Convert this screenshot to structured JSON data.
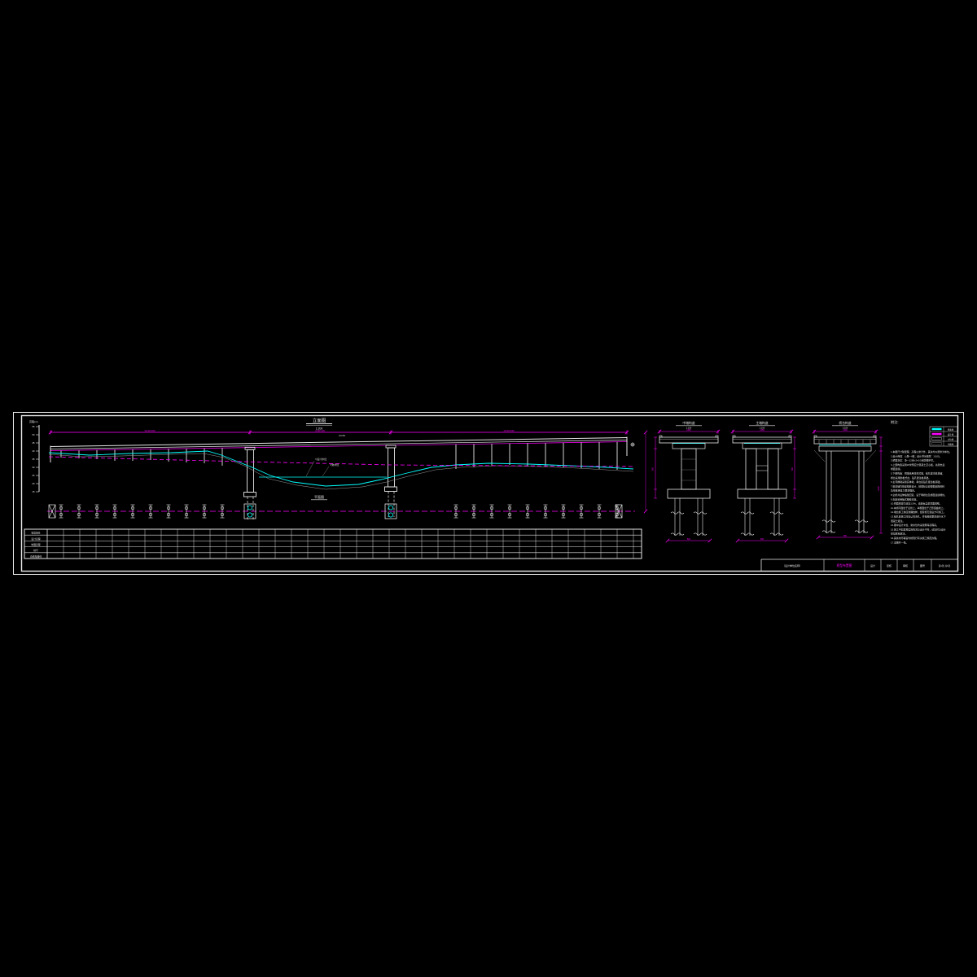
{
  "sheet": {
    "elevation": {
      "title": "立面图",
      "scale": "1:200",
      "axis_label": "高程(m)",
      "axis_ticks": [
        "55",
        "50",
        "45",
        "40",
        "35",
        "30",
        "25",
        "20",
        "15"
      ],
      "dim_left": "12×20=240",
      "dim_mid": "3×40=120",
      "dim_right": "12×20=240",
      "grade_label": "i=0.3%",
      "water_design": "▽设计水位",
      "water_normal": "▽常水位"
    },
    "plan": {
      "title": "平面图"
    },
    "table": {
      "row_labels": [
        "坡度坡长",
        "设计高程",
        "地面高程",
        "桩号",
        "直线及曲线"
      ]
    },
    "sections": [
      {
        "title": "中墩构造",
        "scale": "1:100",
        "dim_top": "1250",
        "dim_side": "500",
        "dim_bottom": "520"
      },
      {
        "title": "主墩构造",
        "scale": "1:100",
        "dim_top": "1250",
        "dim_side": "500",
        "dim_bottom": "600"
      },
      {
        "title": "桥台构造",
        "scale": "1:100",
        "dim_top": "1300",
        "dim_side": "1000",
        "dim_bottom": "650"
      }
    ],
    "legend": {
      "items": [
        {
          "label": "地面线"
        },
        {
          "label": "设计线"
        },
        {
          "label": "水位线"
        },
        {
          "label": "冲刷线"
        }
      ]
    },
    "notes": {
      "title": "附注:",
      "lines": [
        "1.本图尺寸除里程、高程以米计外，其余均以厘米为单位。",
        "2.设计荷载：公路—Ⅰ级；设计洪水频率：1/100。",
        "3.桥面净宽：净—12米+2×0.5米防撞护栏。",
        "4.上部构造采用20米预应力混凝土空心板，先简支后",
        "  桥面连续。",
        "5.下部构造：桥墩采用双柱式墩，钻孔灌注桩基础；",
        "  桥台采用肋板式台，钻孔灌注桩基础。",
        "6.主河槽墩采用实体墩，承台接钻孔灌注桩基础。",
        "7.桩基础均按摩擦桩设计，桩底标高应根据钻探资料",
        "  及单桩承载力要求确定。",
        "8.全桥共设伸缩缝四道，设于两桥台及桥面连续端处。",
        "9.支座采用板式橡胶支座。",
        "10.桥面横坡为双向1.5%，由墩台盖梁顶面调整。",
        "11.本桥平面位于直线上，纵断面位于凸形竖曲线上。",
        "12.墩台施工前应准确放样，经复核无误后方可施工。",
        "13.钻孔桩施工时应认真清孔，并按规范要求进行水下",
        "   混凝土灌注。",
        "14.图中设计水位、常水位均采用黄海高程系。",
        "15.施工中如发现实际情况与设计不符，请及时与设计",
        "   单位联系解决。",
        "16.其余未尽事宜均按现行有关施工规范办理。",
        "17.本图共一张。"
      ]
    },
    "title_block": {
      "org": "（设计单位名称）",
      "drawing_name": "桥型布置图",
      "design": "设计",
      "check": "复核",
      "review": "审核",
      "number": "图号",
      "sheet": "第1张 共1张"
    },
    "colors": {
      "background": "#000000",
      "line": "#e8e8e8",
      "terrain": "#00ffff",
      "dimension": "#ff00ff"
    }
  }
}
